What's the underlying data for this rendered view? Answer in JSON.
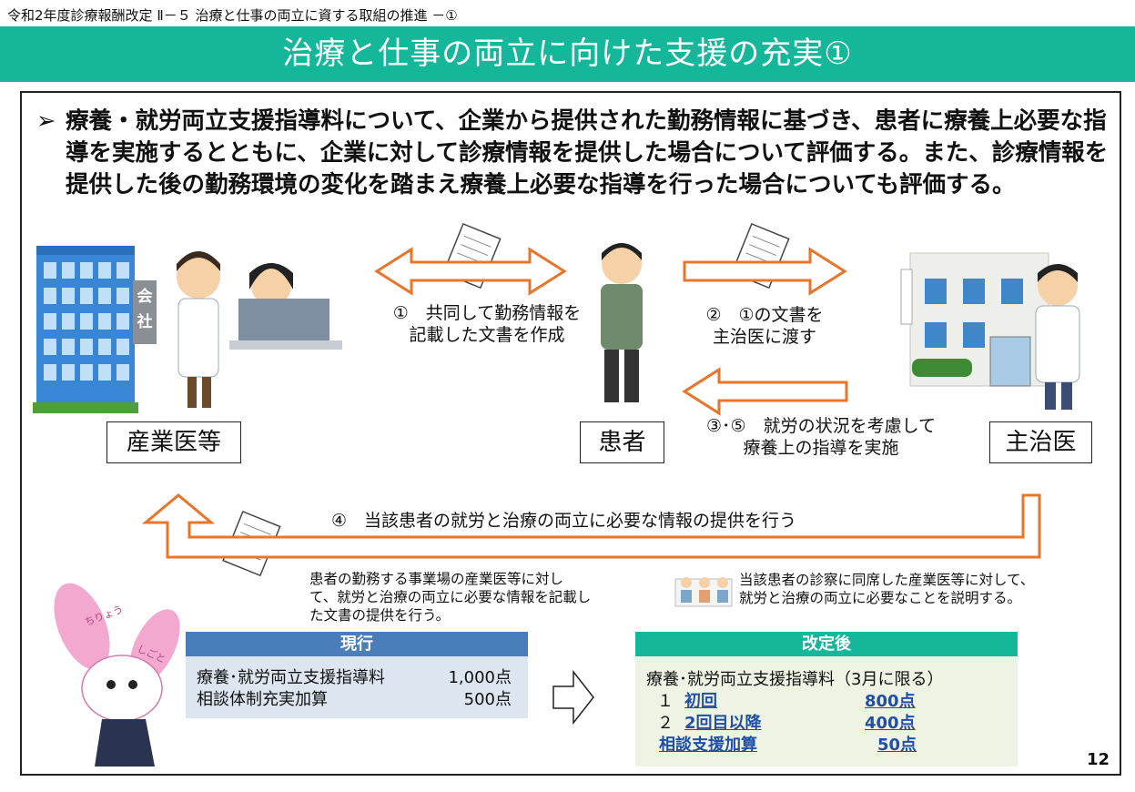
{
  "header": {
    "breadcrumb": "令和2年度診療報酬改定 Ⅱ－５ 治療と仕事の両立に資する取組の推進 －①",
    "title": "治療と仕事の両立に向けた支援の充実①"
  },
  "intro": {
    "bullet": "➢",
    "text": "療養・就労両立支援指導料について、企業から提供された勤務情報に基づき、患者に療養上必要な指導を実施するとともに、企業に対して診療情報を提供した場合について評価する。また、診療情報を提供した後の勤務環境の変化を踏まえ療養上必要な指導を行った場合についても評価する。"
  },
  "diagram": {
    "industrial_physician": "産業医等",
    "patient": "患者",
    "attending_physician": "主治医",
    "company_sign": [
      "会",
      "社"
    ],
    "step1": [
      "①　共同して勤務情報を",
      "記載した文書を作成"
    ],
    "step2": [
      "②　①の文書を",
      "主治医に渡す"
    ],
    "step3": [
      "③･⑤　就労の状況を考慮して",
      "療養上の指導を実施"
    ],
    "step4": "④　当該患者の就労と治療の両立に必要な情報の提供を行う",
    "note_left": [
      "患者の勤務する事業場の産業医等に対し",
      "て、就労と治療の両立に必要な情報を記載し",
      "た文書の提供を行う。"
    ],
    "note_right": [
      "当該患者の診察に同席した産業医等に対して、",
      "就労と治療の両立に必要なことを説明する。"
    ]
  },
  "current": {
    "header": "現行",
    "rows": [
      {
        "name": "療養･就労両立支援指導料",
        "value": "1,000点"
      },
      {
        "name": "相談体制充実加算",
        "value": "500点"
      }
    ]
  },
  "revised": {
    "header": "改定後",
    "title": "療養･就労両立支援指導料（3月に限る）",
    "rows": [
      {
        "num": "１",
        "name": "初回",
        "value": "800点"
      },
      {
        "num": "２",
        "name": "2回目以降",
        "value": "400点"
      },
      {
        "num": "",
        "name": "相談支援加算",
        "value": "50点"
      }
    ]
  },
  "mascot": {
    "cheek_text": "ちりょう",
    "body_text": "しごと"
  },
  "page_number": "12",
  "colors": {
    "banner": "#14b79a",
    "arrow": "#e8752a",
    "current_header": "#4a7ebb",
    "revised_header": "#14b79a",
    "table_bg": "#dde6f0",
    "revised_bg": "#eef3e4",
    "link": "#1f4fa6"
  }
}
